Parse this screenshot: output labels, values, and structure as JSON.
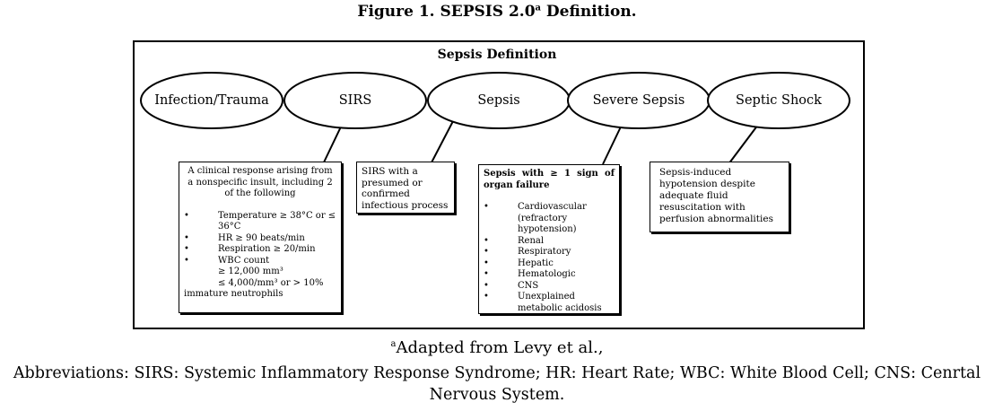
{
  "figure": {
    "title": "Figure 1. SEPSIS 2.0",
    "title_sup": "a",
    "title_suffix": " Definition."
  },
  "diagram": {
    "heading": "Sepsis Definition",
    "nodes": [
      "Infection/Trauma",
      "SIRS",
      "Sepsis",
      "Severe Sepsis",
      "Septic Shock"
    ],
    "boxes": {
      "sirs": {
        "intro": "A clinical response arising from a nonspecific insult, including 2 of the following",
        "items": [
          "Temperature ≥ 38°C or ≤ 36°C",
          "HR ≥ 90 beats/min",
          "Respiration ≥ 20/min",
          "WBC count"
        ],
        "sub_items": [
          "≥ 12,000 mm³",
          "≤ 4,000/mm³ or > 10%"
        ],
        "tail": "immature neutrophils"
      },
      "sepsis": {
        "text": "SIRS with a presumed or confirmed infectious process"
      },
      "severe": {
        "intro": "Sepsis with ≥ 1 sign of organ failure",
        "items": [
          "Cardiovascular (refractory hypotension)",
          "Renal",
          "Respiratory",
          "Hepatic",
          "Hematologic",
          "CNS",
          "Unexplained metabolic acidosis"
        ]
      },
      "shock": {
        "text": "Sepsis-induced hypotension despite adequate fluid resuscitation with perfusion abnormalities"
      }
    }
  },
  "footnote": {
    "sup": "a",
    "adapted": "Adapted from Levy et al.,",
    "abbreviations": "Abbreviations: SIRS: Systemic Inflammatory Response Syndrome; HR: Heart Rate; WBC: White Blood Cell; CNS: Cenrtal Nervous System."
  }
}
